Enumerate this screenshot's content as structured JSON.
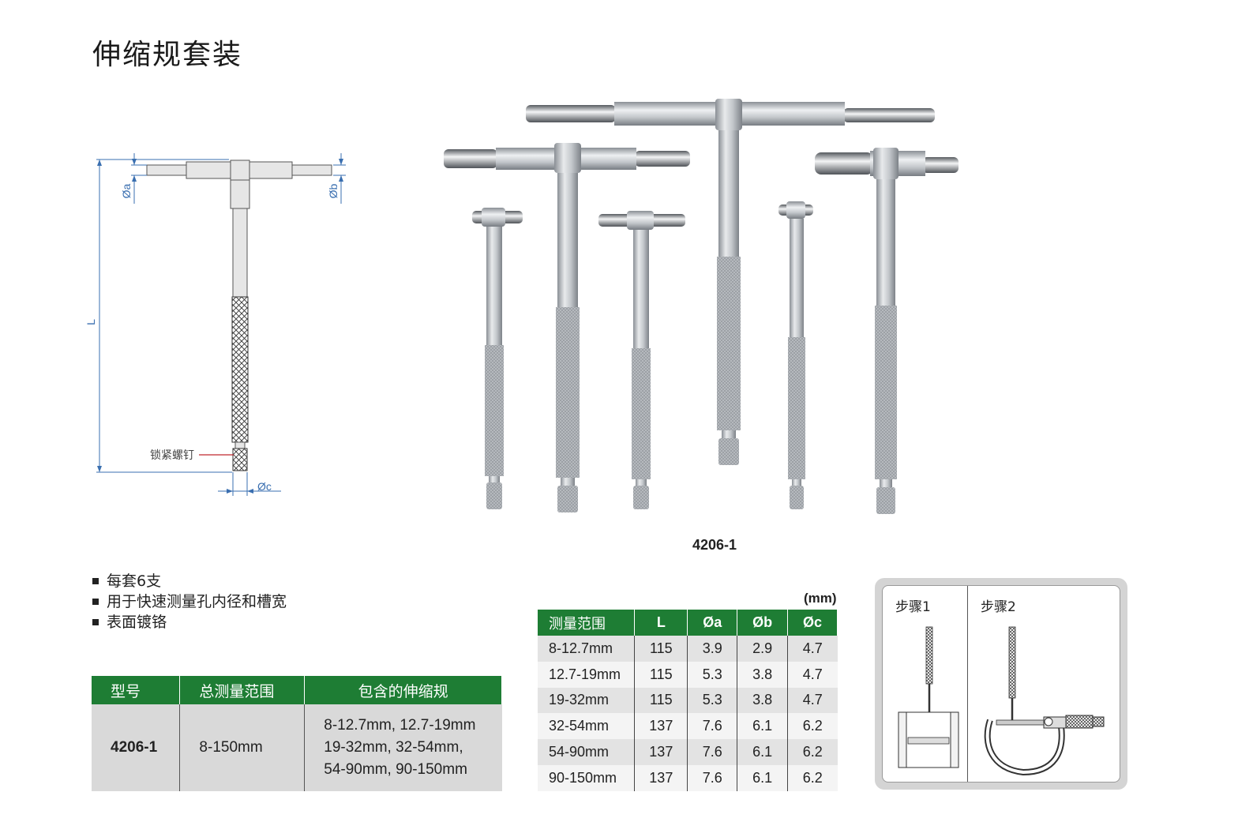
{
  "title": "伸缩规套装",
  "diagram": {
    "label_a": "Øa",
    "label_b": "Øb",
    "label_c": "Øc",
    "label_l": "L",
    "label_screw": "锁紧螺钉"
  },
  "photo": {
    "caption": "4206-1"
  },
  "features": [
    "每套6支",
    "用于快速测量孔内径和槽宽",
    "表面镀铬"
  ],
  "model_table": {
    "headers": [
      "型号",
      "总测量范围",
      "包含的伸缩规"
    ],
    "row": {
      "model": "4206-1",
      "range": "8-150mm",
      "included": [
        "8-12.7mm, 12.7-19mm",
        "19-32mm, 32-54mm,",
        "54-90mm, 90-150mm"
      ]
    }
  },
  "spec_table": {
    "unit": "(mm)",
    "headers": [
      "测量范围",
      "L",
      "Øa",
      "Øb",
      "Øc"
    ],
    "rows": [
      [
        "8-12.7mm",
        "115",
        "3.9",
        "2.9",
        "4.7"
      ],
      [
        "12.7-19mm",
        "115",
        "5.3",
        "3.8",
        "4.7"
      ],
      [
        "19-32mm",
        "115",
        "5.3",
        "3.8",
        "4.7"
      ],
      [
        "32-54mm",
        "137",
        "7.6",
        "6.1",
        "6.2"
      ],
      [
        "54-90mm",
        "137",
        "7.6",
        "6.1",
        "6.2"
      ],
      [
        "90-150mm",
        "137",
        "7.6",
        "6.1",
        "6.2"
      ]
    ]
  },
  "steps": {
    "step1": "步骤1",
    "step2": "步骤2"
  },
  "colors": {
    "header_green": "#1e7d34",
    "dimension_blue": "#3a6fb0",
    "leader_red": "#c0282d"
  }
}
